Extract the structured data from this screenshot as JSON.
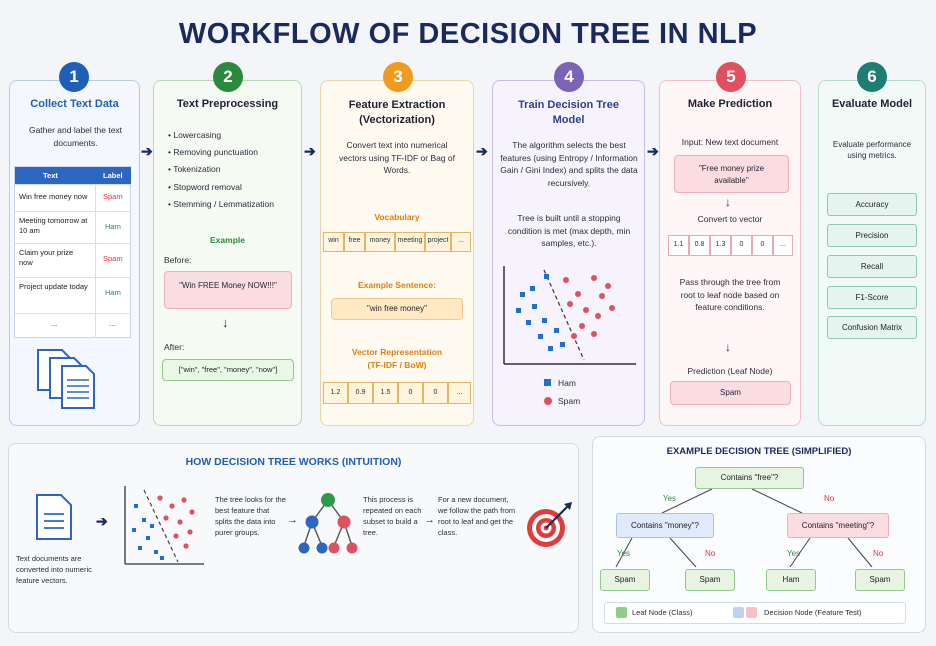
{
  "title": "WORKFLOW OF DECISION TREE IN NLP",
  "colors": {
    "blue": "#1f5fb8",
    "green": "#2c8a3f",
    "orange": "#f09a20",
    "purple": "#7c62b8",
    "red": "#e0505e",
    "teal": "#1d7d73",
    "navy": "#1b2a5c"
  },
  "steps": [
    {
      "number": "1",
      "title": "Collect Text Data",
      "description": "Gather and label the text documents."
    },
    {
      "number": "2",
      "title": "Text Preprocessing"
    },
    {
      "number": "3",
      "title": "Feature Extraction (Vectorization)",
      "description": "Convert text into numerical vectors using TF-IDF or Bag of Words."
    },
    {
      "number": "4",
      "title": "Train Decision Tree Model",
      "description": "The algorithm selects the best features (using Entropy / Information Gain / Gini Index) and splits the data recursively.",
      "description2": "Tree is built until a stopping condition is met (max depth, min samples, etc.)."
    },
    {
      "number": "5",
      "title": "Make Prediction"
    },
    {
      "number": "6",
      "title": "Evaluate Model",
      "description": "Evaluate performance using metrics."
    }
  ],
  "step1": {
    "headers": [
      "Text",
      "Label"
    ],
    "rows": [
      {
        "text": "Win free money now",
        "label": "Spam"
      },
      {
        "text": "Meeting tomorrow at 10 am",
        "label": "Ham"
      },
      {
        "text": "Claim your prize now",
        "label": "Spam"
      },
      {
        "text": "Project update today",
        "label": "Ham"
      },
      {
        "text": "...",
        "label": "..."
      }
    ],
    "icon": "documents-icon"
  },
  "step2": {
    "items": [
      "Lowercasing",
      "Removing punctuation",
      "Tokenization",
      "Stopword removal",
      "Stemming / Lemmatization"
    ],
    "example_label": "Example",
    "before_label": "Before:",
    "before_text": "\"Win FREE Money NOW!!!\"",
    "after_label": "After:",
    "after_text": "[\"win\", \"free\", \"money\", \"now\"]"
  },
  "step3": {
    "vocab_label": "Vocabulary",
    "vocab": [
      "win",
      "free",
      "money",
      "meeting",
      "project",
      "..."
    ],
    "sentence_label": "Example Sentence:",
    "sentence": "\"win free money\"",
    "vector_label": "Vector Representation (TF-IDF / BoW)",
    "vector": [
      "1.2",
      "0.9",
      "1.5",
      "0",
      "0",
      "..."
    ]
  },
  "step4": {
    "legend": [
      {
        "label": "Ham",
        "color": "#1f6fd0"
      },
      {
        "label": "Spam",
        "color": "#e0505e"
      }
    ]
  },
  "step5": {
    "input_label": "Input: New text document",
    "input_text": "\"Free money prize available\"",
    "convert_label": "Convert to vector",
    "vector": [
      "1.1",
      "0.8",
      "1.3",
      "0",
      "0",
      "..."
    ],
    "pass_text": "Pass through the tree from root to leaf node based on feature conditions.",
    "prediction_label": "Prediction (Leaf Node)",
    "prediction": "Spam"
  },
  "step6": {
    "metrics": [
      "Accuracy",
      "Precision",
      "Recall",
      "F1-Score",
      "Confusion Matrix"
    ]
  },
  "intuition": {
    "title": "HOW DECISION TREE WORKS (INTUITION)",
    "text1": "Text documents are converted into numeric feature vectors.",
    "text2": "The tree looks for the best feature that splits the data into purer groups.",
    "text3": "This process is repeated on each subset to build a tree.",
    "text4": "For a new document, we follow the path from root to leaf and get the class."
  },
  "example_tree": {
    "title": "EXAMPLE DECISION TREE (SIMPLIFIED)",
    "root": "Contains \"free\"?",
    "left": "Contains \"money\"?",
    "right": "Contains \"meeting\"?",
    "yes": "Yes",
    "no": "No",
    "leaves": [
      "Spam",
      "Spam",
      "Ham",
      "Spam"
    ],
    "legend_leaf": "Leaf Node (Class)",
    "legend_decision": "Decision Node (Feature Test)"
  }
}
